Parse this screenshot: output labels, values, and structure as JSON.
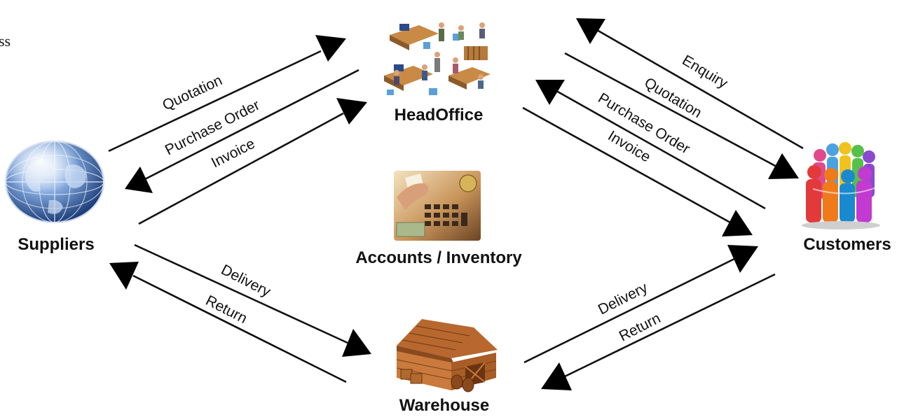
{
  "stray_text": "ss",
  "nodes": {
    "headoffice": "HeadOffice",
    "suppliers": "Suppliers",
    "accounts": "Accounts / Inventory",
    "customers": "Customers",
    "warehouse": "Warehouse"
  },
  "flows": {
    "suppliers_headoffice": {
      "quotation": "Quotation",
      "purchase_order": "Purchase Order",
      "invoice": "Invoice"
    },
    "headoffice_customers": {
      "enquiry": "Enquiry",
      "quotation": "Quotation",
      "purchase_order": "Purchase Order",
      "invoice": "Invoice"
    },
    "suppliers_warehouse": {
      "delivery": "Delivery",
      "return": "Return"
    },
    "warehouse_customers": {
      "delivery": "Delivery",
      "return": "Return"
    }
  },
  "icons": {
    "headoffice": "office-people-icon",
    "suppliers": "globe-icon",
    "accounts": "accounting-calculator-icon",
    "customers": "people-circle-icon",
    "warehouse": "warehouse-barn-icon"
  }
}
